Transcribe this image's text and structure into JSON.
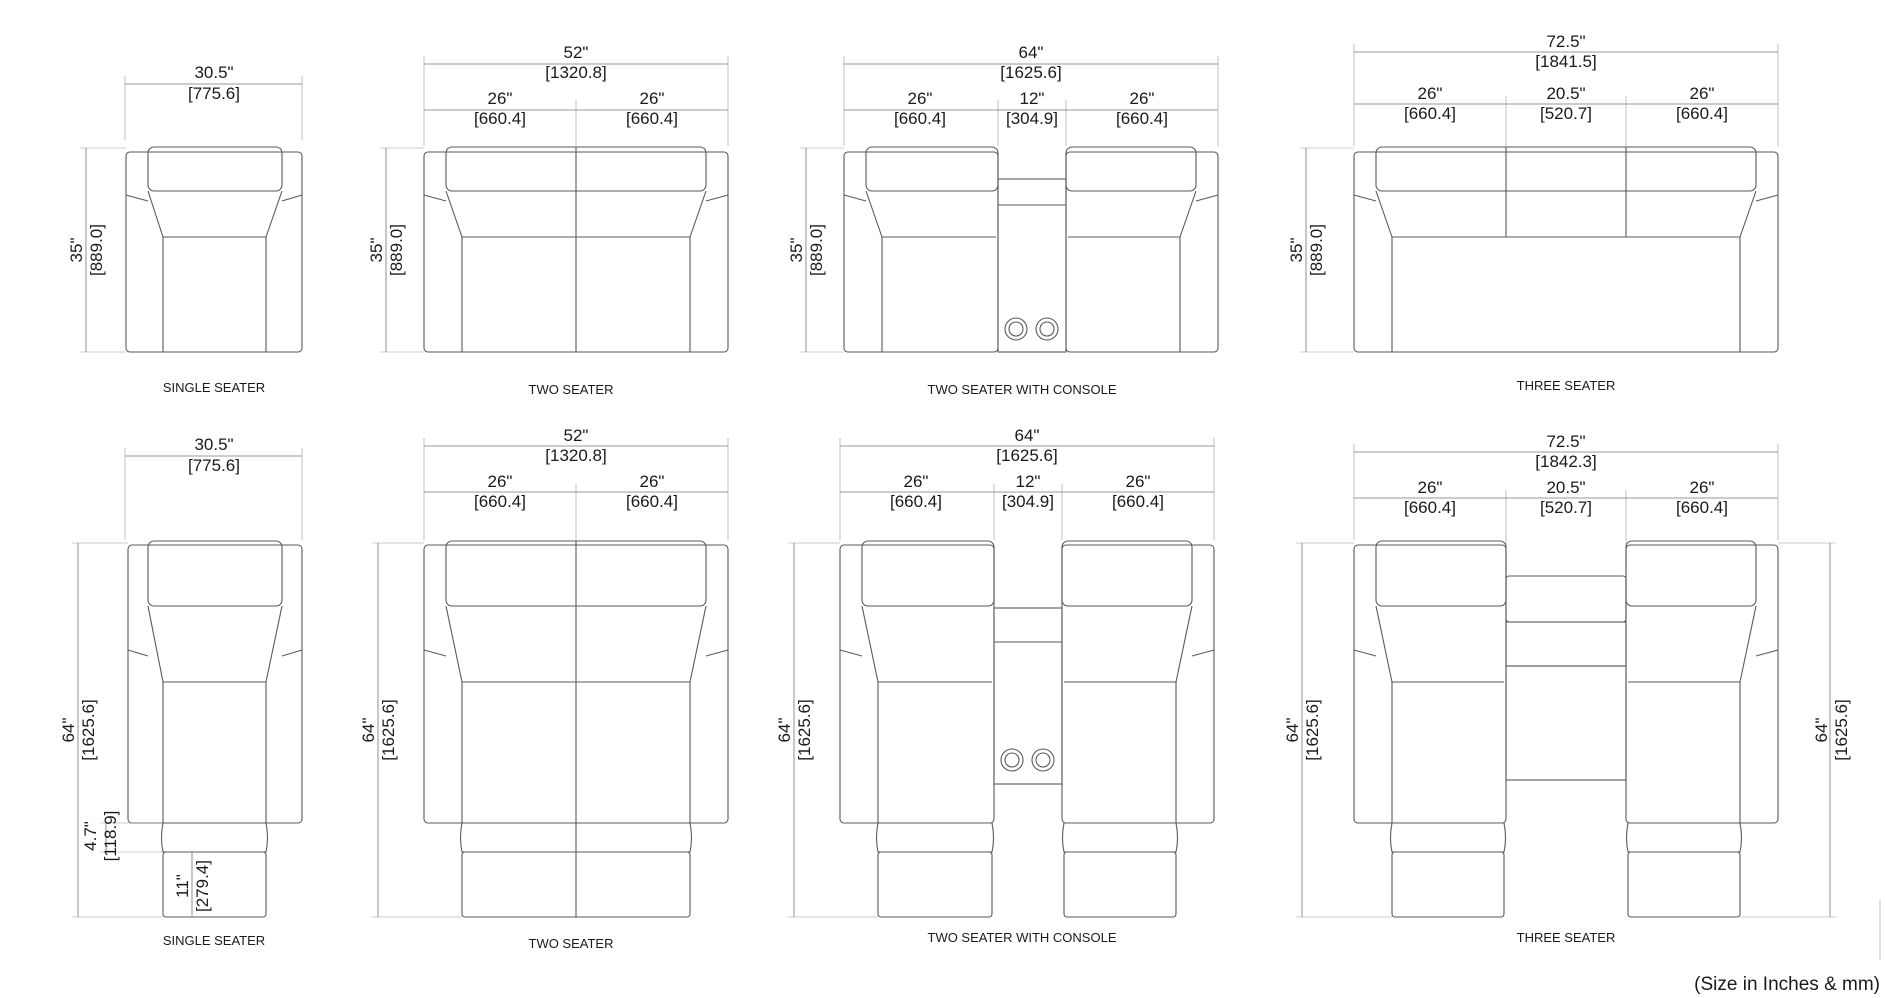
{
  "note": "(Size in Inches & mm)",
  "views": [
    {
      "id": "top-single",
      "caption": "SINGLE SEATER",
      "overall": {
        "in": "30.5\"",
        "mm": "[775.6]"
      },
      "seats": [],
      "depth": {
        "in": "35\"",
        "mm": "[889.0]"
      }
    },
    {
      "id": "top-two",
      "caption": "TWO SEATER",
      "overall": {
        "in": "52\"",
        "mm": "[1320.8]"
      },
      "seats": [
        {
          "in": "26\"",
          "mm": "[660.4]"
        },
        {
          "in": "26\"",
          "mm": "[660.4]"
        }
      ],
      "depth": {
        "in": "35\"",
        "mm": "[889.0]"
      }
    },
    {
      "id": "top-two-console",
      "caption": "TWO SEATER WITH CONSOLE",
      "overall": {
        "in": "64\"",
        "mm": "[1625.6]"
      },
      "seats": [
        {
          "in": "26\"",
          "mm": "[660.4]"
        },
        {
          "in": "12\"",
          "mm": "[304.9]"
        },
        {
          "in": "26\"",
          "mm": "[660.4]"
        }
      ],
      "depth": {
        "in": "35\"",
        "mm": "[889.0]"
      }
    },
    {
      "id": "top-three",
      "caption": "THREE SEATER",
      "overall": {
        "in": "72.5\"",
        "mm": "[1841.5]"
      },
      "seats": [
        {
          "in": "26\"",
          "mm": "[660.4]"
        },
        {
          "in": "20.5\"",
          "mm": "[520.7]"
        },
        {
          "in": "26\"",
          "mm": "[660.4]"
        }
      ],
      "depth": {
        "in": "35\"",
        "mm": "[889.0]"
      }
    },
    {
      "id": "bot-single",
      "caption": "SINGLE SEATER",
      "overall": {
        "in": "30.5\"",
        "mm": "[775.6]"
      },
      "seats": [],
      "depth": {
        "in": "64\"",
        "mm": "[1625.6]"
      },
      "legrest_gap": {
        "in": "4.7\"",
        "mm": "[118.9]"
      },
      "legrest": {
        "in": "11\"",
        "mm": "[279.4]"
      }
    },
    {
      "id": "bot-two",
      "caption": "TWO SEATER",
      "overall": {
        "in": "52\"",
        "mm": "[1320.8]"
      },
      "seats": [
        {
          "in": "26\"",
          "mm": "[660.4]"
        },
        {
          "in": "26\"",
          "mm": "[660.4]"
        }
      ],
      "depth": {
        "in": "64\"",
        "mm": "[1625.6]"
      }
    },
    {
      "id": "bot-two-console",
      "caption": "TWO SEATER WITH CONSOLE",
      "overall": {
        "in": "64\"",
        "mm": "[1625.6]"
      },
      "seats": [
        {
          "in": "26\"",
          "mm": "[660.4]"
        },
        {
          "in": "12\"",
          "mm": "[304.9]"
        },
        {
          "in": "26\"",
          "mm": "[660.4]"
        }
      ],
      "depth": {
        "in": "64\"",
        "mm": "[1625.6]"
      }
    },
    {
      "id": "bot-three",
      "caption": "THREE SEATER",
      "overall": {
        "in": "72.5\"",
        "mm": "[1842.3]"
      },
      "seats": [
        {
          "in": "26\"",
          "mm": "[660.4]"
        },
        {
          "in": "20.5\"",
          "mm": "[520.7]"
        },
        {
          "in": "26\"",
          "mm": "[660.4]"
        }
      ],
      "depth": {
        "in": "64\"",
        "mm": "[1625.6]"
      },
      "depth_right": {
        "in": "64\"",
        "mm": "[1625.6]"
      }
    }
  ]
}
